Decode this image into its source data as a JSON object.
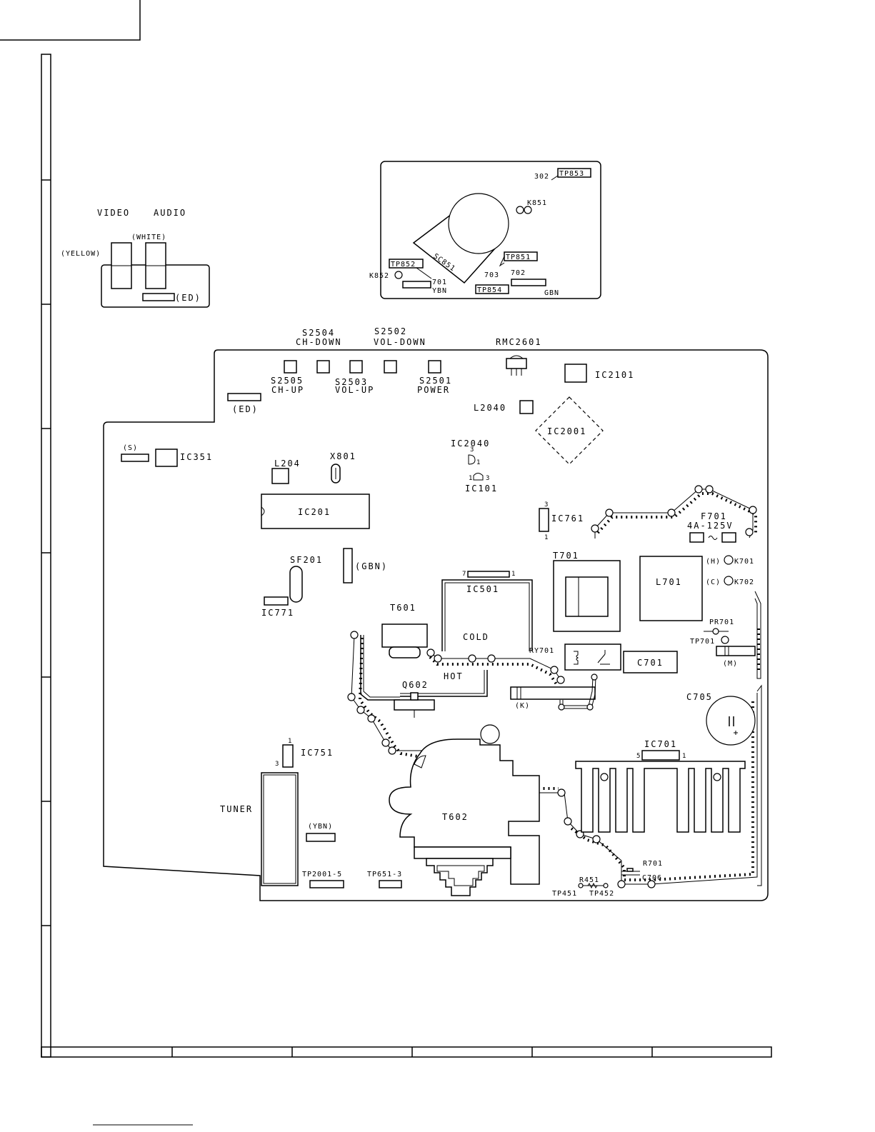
{
  "labels": {
    "video": "VIDEO",
    "audio": "AUDIO",
    "white": "(WHITE)",
    "yellow": "(YELLOW)",
    "ed_top": "(ED)",
    "tp853": "TP853",
    "n302": "302",
    "k851": "K851",
    "sc851": "SC851",
    "tp852": "TP852",
    "k852": "K852",
    "n701": "701",
    "ybn_top": "YBN",
    "tp851": "TP851",
    "n703": "703",
    "n702": "702",
    "tp854": "TP854",
    "gbn_top": "GBN",
    "s2504": "S2504",
    "ch_down": "CH-DOWN",
    "s2502": "S2502",
    "vol_down": "VOL-DOWN",
    "rmc2601": "RMC2601",
    "s2505": "S2505",
    "ch_up": "CH-UP",
    "s2503": "S2503",
    "vol_up": "VOL-UP",
    "s2501": "S2501",
    "power": "POWER",
    "ic2101": "IC2101",
    "ed_main": "(ED)",
    "l2040": "L2040",
    "ic2001": "IC2001",
    "s_label": "(S)",
    "ic351": "IC351",
    "ic2040": "IC2040",
    "l204": "L204",
    "x801": "X801",
    "ic101": "IC101",
    "ic201": "IC201",
    "ic761": "IC761",
    "f701": "F701",
    "fuse_rating": "4A-125V",
    "sf201": "SF201",
    "gbn_main": "(GBN)",
    "t701": "T701",
    "h_k701": "(H)",
    "k701": "K701",
    "l701": "L701",
    "c_k702": "(C)",
    "k702": "K702",
    "ic501": "IC501",
    "ic771": "IC771",
    "t601": "T601",
    "pr701": "PR701",
    "cold": "COLD",
    "tp701": "TP701",
    "ry701": "RY701",
    "c701": "C701",
    "m_label": "(M)",
    "hot": "HOT",
    "q602": "Q602",
    "k_label": "(K)",
    "c705": "C705",
    "ic751": "IC751",
    "ic701": "IC701",
    "tuner": "TUNER",
    "t602": "T602",
    "ybn_main": "(YBN)",
    "r701": "R701",
    "c706": "C706",
    "r451": "R451",
    "tp2001_5": "TP2001-5",
    "tp651_3": "TP651-3",
    "tp451": "TP451",
    "tp452": "TP452",
    "pin1": "1",
    "pin3": "3",
    "pin5": "5",
    "pin7": "7"
  }
}
